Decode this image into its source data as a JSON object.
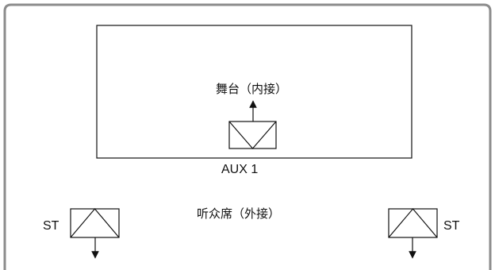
{
  "diagram": {
    "stage_label": "舞台（内接）",
    "aux_label": "AUX 1",
    "audience_label": "听众席（外接）",
    "st_left_label": "ST",
    "st_right_label": "ST"
  }
}
